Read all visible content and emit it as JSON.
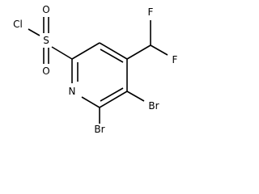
{
  "molecule": {
    "atoms": {
      "cl": "Cl",
      "s": "S",
      "o_top": "O",
      "o_bottom": "O",
      "n": "N",
      "br_ring": "Br",
      "br_bottom": "Br",
      "f_left": "F",
      "f_right": "F"
    }
  }
}
